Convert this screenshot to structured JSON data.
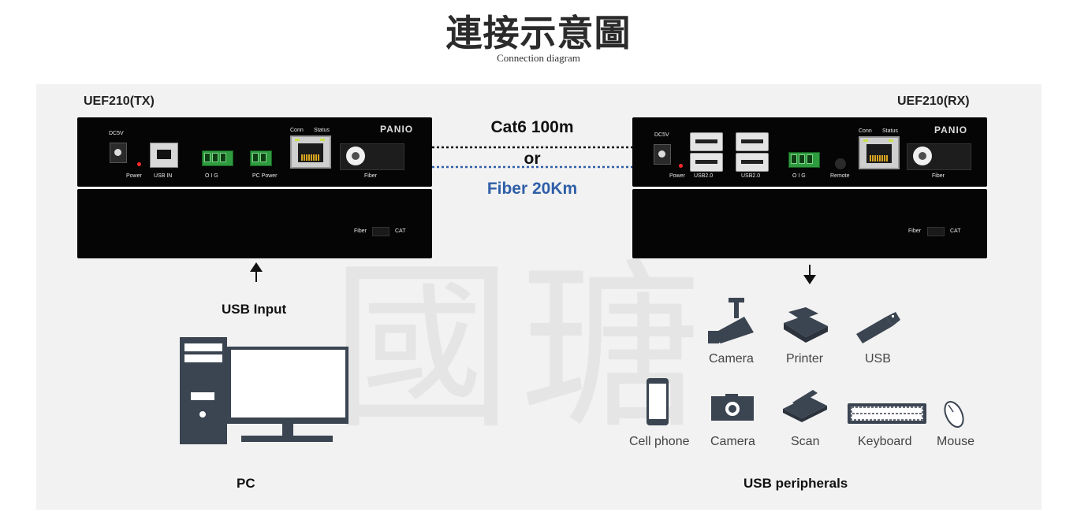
{
  "header": {
    "title": "連接示意圖",
    "subtitle": "Connection diagram"
  },
  "watermark": "國瑭",
  "tx": {
    "name": "UEF210(TX)",
    "brand": "PANIO",
    "labels": {
      "dc": "DC5V",
      "power": "Power",
      "usb_in": "USB IN",
      "oig": "O  I  G",
      "pc_power": "PC Power",
      "conn": "Conn",
      "status": "Status",
      "fiber": "Fiber",
      "switch_fiber": "Fiber",
      "switch_cat": "CAT"
    }
  },
  "rx": {
    "name": "UEF210(RX)",
    "brand": "PANIO",
    "labels": {
      "dc": "DC5V",
      "power": "Power",
      "usb1": "USB2.0",
      "usb2": "USB2.0",
      "oig": "O  I  G",
      "remote": "Remote",
      "conn": "Conn",
      "status": "Status",
      "fiber": "Fiber",
      "switch_fiber": "Fiber",
      "switch_cat": "CAT"
    }
  },
  "link": {
    "cat": "Cat6 100m",
    "or": "or",
    "fiber": "Fiber 20Km",
    "colors": {
      "cat_line": "#111111",
      "fiber_line": "#2f5fa8",
      "fiber_text": "#2f5fa8"
    }
  },
  "left": {
    "usb_input": "USB Input",
    "pc": "PC"
  },
  "right": {
    "group_label": "USB peripherals",
    "row1": [
      "Camera",
      "Printer",
      "USB"
    ],
    "row2": [
      "Cell phone",
      "Camera",
      "Scan",
      "Keyboard",
      "Mouse"
    ],
    "icons_row1": [
      "security-camera-icon",
      "printer-icon",
      "usb-stick-icon"
    ],
    "icons_row2": [
      "cell-phone-icon",
      "photo-camera-icon",
      "scanner-icon",
      "keyboard-icon",
      "mouse-icon"
    ]
  }
}
